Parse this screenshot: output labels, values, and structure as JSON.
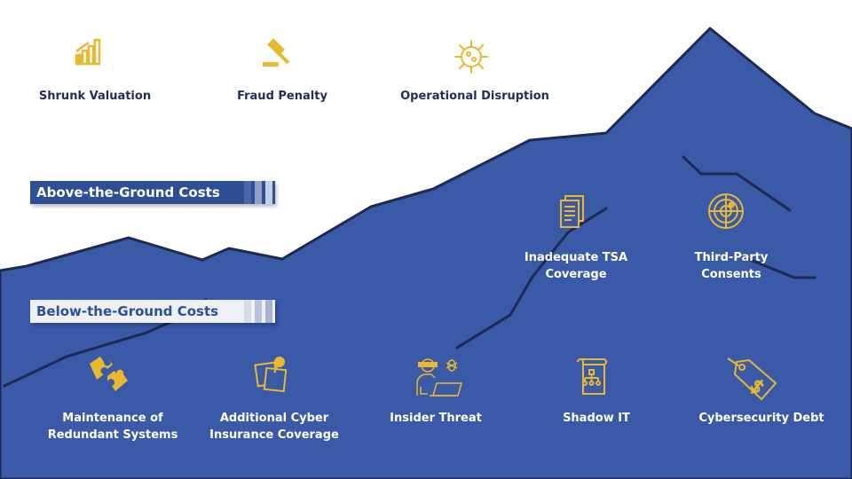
{
  "colors": {
    "mountain": "#3a5aa8",
    "crack": "#1e2a50",
    "icon": "#e8b830",
    "dark_text": "#1f2f5a"
  },
  "sections": {
    "above": "Above-the-Ground Costs",
    "below": "Below-the-Ground Costs"
  },
  "above_items": [
    {
      "label": "Shrunk Valuation",
      "icon": "bar-chart-growth-icon"
    },
    {
      "label": "Fraud Penalty",
      "icon": "gavel-icon"
    },
    {
      "label": "Operational Disruption",
      "icon": "virus-icon"
    }
  ],
  "mid_items": [
    {
      "label_1": "Inadequate TSA",
      "label_2": "Coverage",
      "icon": "documents-icon"
    },
    {
      "label_1": "Third-Party",
      "label_2": "Consents",
      "icon": "radar-icon"
    }
  ],
  "below_items": [
    {
      "label_1": "Maintenance of",
      "label_2": "Redundant Systems",
      "icon": "puzzle-icon"
    },
    {
      "label_1": "Additional Cyber",
      "label_2": "Insurance Coverage",
      "icon": "sticky-notes-icon"
    },
    {
      "label_1": "Insider Threat",
      "icon": "hacker-bug-icon"
    },
    {
      "label_1": "Shadow IT",
      "icon": "scroll-hierarchy-icon"
    },
    {
      "label_1": "Cybersecurity Debt",
      "icon": "price-tag-dollar-icon"
    }
  ]
}
